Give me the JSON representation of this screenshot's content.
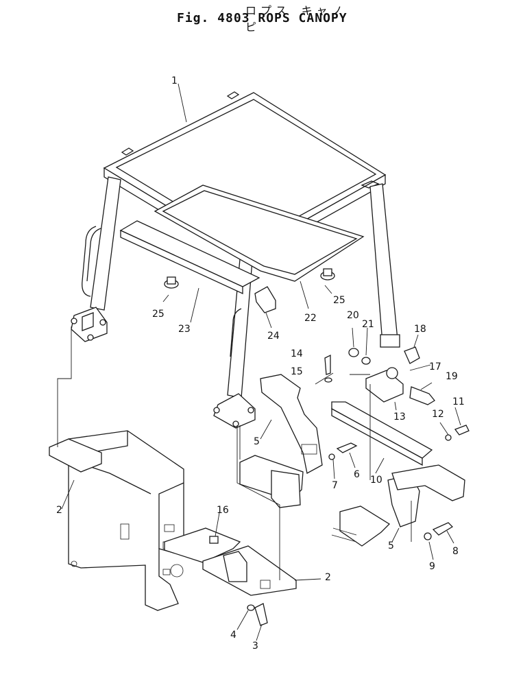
{
  "header": {
    "title_jp": "ロプス キャノピ",
    "title": "Fig. 4803 ROPS CANOPY"
  },
  "callouts": [
    "1",
    "2",
    "2",
    "3",
    "4",
    "5",
    "5",
    "6",
    "7",
    "8",
    "9",
    "10",
    "11",
    "12",
    "13",
    "14",
    "15",
    "16",
    "17",
    "18",
    "19",
    "20",
    "21",
    "22",
    "23",
    "24",
    "25",
    "25"
  ]
}
